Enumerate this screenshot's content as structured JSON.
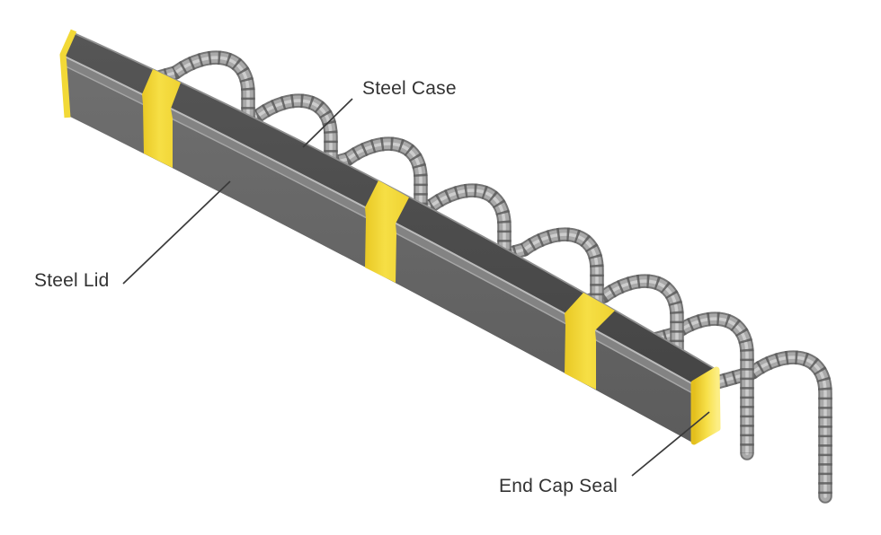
{
  "figure": {
    "type": "isometric-technical-illustration",
    "subject": "Steel rebar continuity case with bent rebar loops, sealing bands and end caps",
    "background": "#ffffff"
  },
  "labels": [
    {
      "id": "steel-case",
      "text": "Steel Case"
    },
    {
      "id": "steel-lid",
      "text": "Steel Lid"
    },
    {
      "id": "end-cap-seal",
      "text": "End Cap Seal"
    }
  ],
  "colors": {
    "background": "#ffffff",
    "box_top": "#4d4d4d",
    "box_front": "#666666",
    "lid_stripe": "#838383",
    "lid_stripe_highlight": "#bcbcbc",
    "band_yellow": "#f2d937",
    "band_yellow_dark": "#e0bd1e",
    "band_yellow_light": "#fcee84",
    "rebar_body": "#a9a9a9",
    "rebar_edge": "#747474",
    "rebar_rib": "#5a5a5a",
    "label_text": "#333333",
    "leader_line": "#3a3a3a"
  }
}
